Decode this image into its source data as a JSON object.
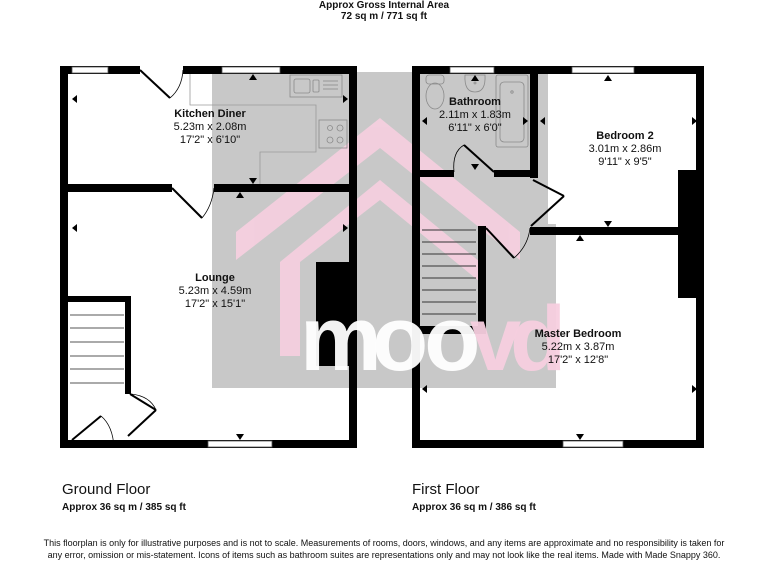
{
  "header": {
    "title": "Approx Gross Internal Area",
    "area": "72 sq m / 771 sq ft"
  },
  "watermark": {
    "text": "moovd",
    "colors": {
      "house": "#f7cfe0",
      "box": "#c8c8c8",
      "text_dark": "#333333",
      "text_light": "#ffffff"
    }
  },
  "floors": [
    {
      "name": "Ground Floor",
      "area": "Approx 36 sq m / 385 sq ft",
      "rooms": [
        {
          "name": "Kitchen Diner",
          "metric": "5.23m x 2.08m",
          "imperial": "17'2\" x 6'10\""
        },
        {
          "name": "Lounge",
          "metric": "5.23m x 4.59m",
          "imperial": "17'2\" x 15'1\""
        }
      ]
    },
    {
      "name": "First Floor",
      "area": "Approx 36 sq m / 386 sq ft",
      "rooms": [
        {
          "name": "Bathroom",
          "metric": "2.11m x 1.83m",
          "imperial": "6'11\" x 6'0\""
        },
        {
          "name": "Bedroom 2",
          "metric": "3.01m x 2.86m",
          "imperial": "9'11\" x 9'5\""
        },
        {
          "name": "Master Bedroom",
          "metric": "5.22m x 3.87m",
          "imperial": "17'2\" x 12'8\""
        }
      ]
    }
  ],
  "disclaimer": "This floorplan is only for illustrative purposes and is not to scale. Measurements of rooms, doors, windows, and any items are approximate and no responsibility is taken for any error, omission or mis-statement. Icons of items such as bathroom suites are representations only and may not look like the real items. Made with Made Snappy 360."
}
